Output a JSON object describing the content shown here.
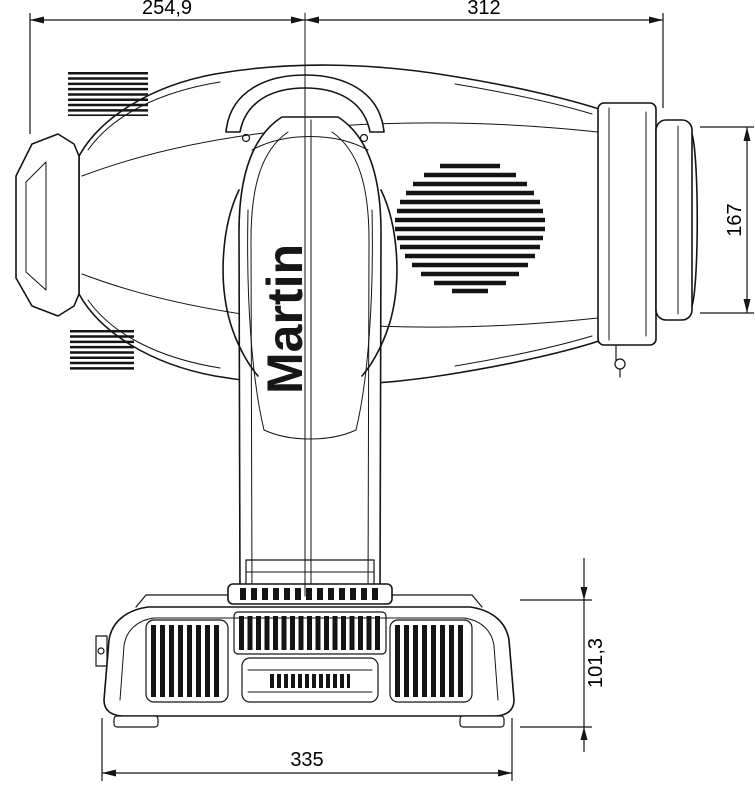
{
  "drawing": {
    "logo": "Martin",
    "dimensions": {
      "top_left": "254,9",
      "top_right": "312",
      "lens_height": "167",
      "base_height": "101,3",
      "base_width": "335"
    }
  }
}
